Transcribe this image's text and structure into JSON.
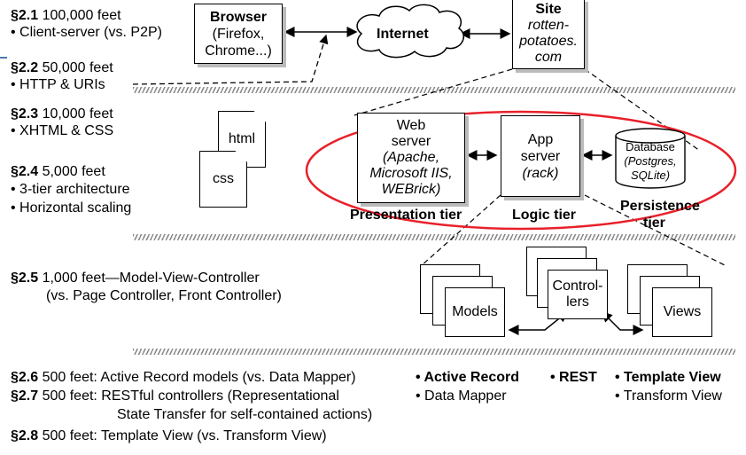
{
  "levels": [
    {
      "id": "s21",
      "num": "§2.1",
      "rest": " 100,000 feet",
      "bullet": "• Client-server (vs. P2P)"
    },
    {
      "id": "s22",
      "num": "§2.2",
      "rest": " 50,000 feet",
      "bullet": "• HTTP & URIs"
    },
    {
      "id": "s23",
      "num": "§2.3",
      "rest": " 10,000 feet",
      "bullet": "• XHTML & CSS"
    },
    {
      "id": "s24",
      "num": "§2.4",
      "rest": " 5,000 feet",
      "bullet1": "• 3-tier architecture",
      "bullet2": "• Horizontal scaling"
    },
    {
      "id": "s25",
      "num": "§2.5",
      "rest": " 1,000 feet—Model-View-Controller",
      "line2": "(vs. Page Controller, Front Controller)"
    },
    {
      "id": "s26",
      "num": "§2.6",
      "rest": " 500 feet: Active Record models (vs. Data Mapper)"
    },
    {
      "id": "s27",
      "num": "§2.7",
      "rest": " 500 feet: RESTful controllers (Representational",
      "line2": "State Transfer for self-contained actions)"
    },
    {
      "id": "s28",
      "num": "§2.8",
      "rest": " 500 feet: Template View (vs. Transform View)"
    }
  ],
  "nodes": {
    "browser": {
      "title": "Browser",
      "line1": "(Firefox,",
      "line2": "Chrome...)"
    },
    "internet": "Internet",
    "site": {
      "title": "Site",
      "line1": "rotten-",
      "line2": "potatoes.",
      "line3": "com"
    },
    "html": "html",
    "css": "css",
    "web_server": {
      "line1": "Web",
      "line2": "server",
      "line3": "(Apache,",
      "line4": "Microsoft IIS,",
      "line5": "WEBrick)"
    },
    "app_server": {
      "line1": "App",
      "line2": "server",
      "line3": "(rack)"
    },
    "database": {
      "line1": "Database",
      "line2": "(Postgres,",
      "line3": "SQLite)"
    },
    "models": "Models",
    "controllers": {
      "line1": "Control-",
      "line2": "lers"
    },
    "views": "Views"
  },
  "tiers": {
    "presentation": "Presentation tier",
    "logic": "Logic tier",
    "persistence_1": "Persistence",
    "persistence_2": "tier"
  },
  "patterns": {
    "active_record": "• Active Record",
    "data_mapper": "• Data Mapper",
    "rest": "• REST",
    "template_view": "• Template View",
    "transform_view": "• Transform View"
  },
  "colors": {
    "highlight": "#e8202a",
    "hatch": "#888888",
    "shadow": "#bbbbbb"
  }
}
